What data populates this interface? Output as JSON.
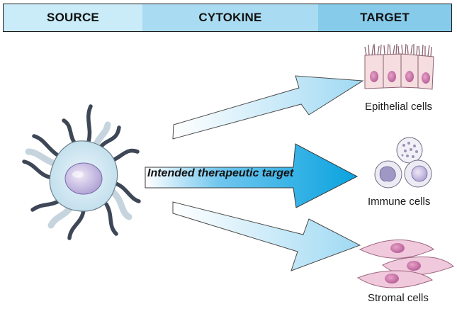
{
  "header": {
    "source": "SOURCE",
    "cytokine": "CYTOKINE",
    "target": "TARGET"
  },
  "arrow_label": "Intended therapeutic target",
  "targets": {
    "epithelial": "Epithelial cells",
    "immune": "Immune cells",
    "stromal": "Stromal cells"
  },
  "colors": {
    "header_source": "#c9ecf8",
    "header_cytokine": "#a9dcf2",
    "header_target": "#86cbea",
    "arrow_main": "#1aa7e0",
    "arrow_light": "#b7e4f6"
  }
}
